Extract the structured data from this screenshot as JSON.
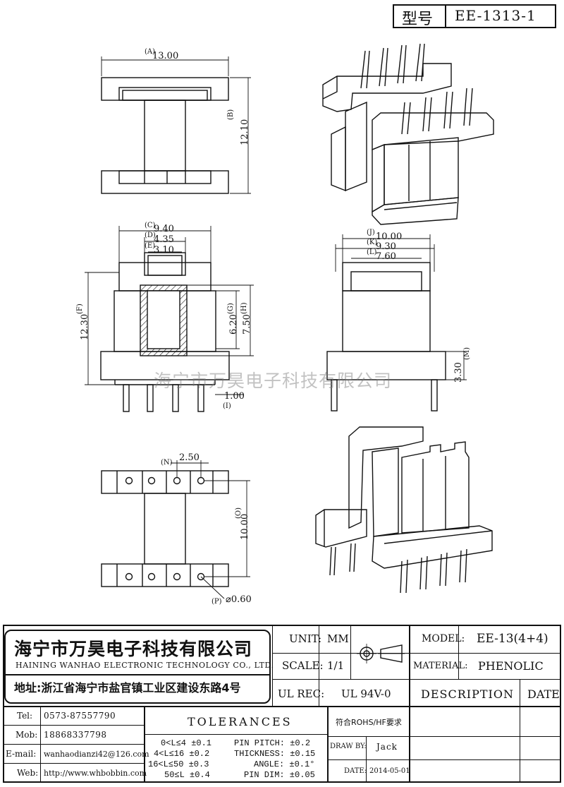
{
  "title_box": {
    "label": "型号",
    "model": "EE-1313-1"
  },
  "dims": {
    "A": "(A)",
    "A_val": "13.00",
    "B": "(B)",
    "B_val": "12.10",
    "C": "(C)",
    "C_val": "9.40",
    "D": "(D)",
    "D_val": "4.35",
    "E": "(E)",
    "E_val": "3.10",
    "F": "(F)",
    "F_val": "12.30",
    "G": "(G)",
    "G_val": "6.20",
    "H": "(H)",
    "H_val": "7.50",
    "I": "(I)",
    "I_val": "1.00",
    "J": "(J)",
    "J_val": "10.00",
    "K": "(K)",
    "K_val": "9.30",
    "L": "(L)",
    "L_val": "7.60",
    "M": "(M)",
    "M_val": "3.30",
    "N": "(N)",
    "N_val": "2.50",
    "O": "(O)",
    "O_val": "10.00",
    "P": "(P)",
    "P_val": "⌀0.60"
  },
  "watermark": "海宁市万昊电子科技有限公司",
  "company": {
    "name_cn": "海宁市万昊电子科技有限公司",
    "name_en": "HAINING WANHAO ELECTRONIC TECHNOLOGY CO., LTD.",
    "address": "地址:浙江省海宁市盐官镇工业区建设东路4号"
  },
  "spec": {
    "unit_label": "UNIT:",
    "unit_value": "MM",
    "scale_label": "SCALE:",
    "scale_value": "1/1",
    "ulrec_label": "UL REC:",
    "ulrec_value": "UL 94V-0",
    "model_label": "MODEL:",
    "model_value": "EE-13(4+4)",
    "material_label": "MATERIAL:",
    "material_value": "PHENOLIC",
    "description": "DESCRIPTION",
    "date_header": "DATE"
  },
  "contacts": [
    {
      "label": "Tel:",
      "value": "0573-87557790"
    },
    {
      "label": "Mob:",
      "value": "18868337798"
    },
    {
      "label": "E-mail:",
      "value": "wanhaodianzi42@126.com"
    },
    {
      "label": "Web:",
      "value": "http://www.whbobbin.com"
    }
  ],
  "tolerances": {
    "title": "TOLERANCES",
    "length_rules": [
      "0<L≤4 ±0.1",
      "4<L≤16 ±0.2",
      "16<L≤50 ±0.3",
      "50≤L ±0.4"
    ],
    "other_rules": [
      "PIN PITCH: ±0.2",
      "THICKNESS: ±0.15",
      "ANGLE: ±0.1°",
      "PIN DIM: ±0.05"
    ]
  },
  "rohs": "符合ROHS/HF要求",
  "draw_by_label": "DRAW BY:",
  "draw_by_value": "Jack",
  "date_label": "DATE:",
  "date_value": "2014-05-01"
}
